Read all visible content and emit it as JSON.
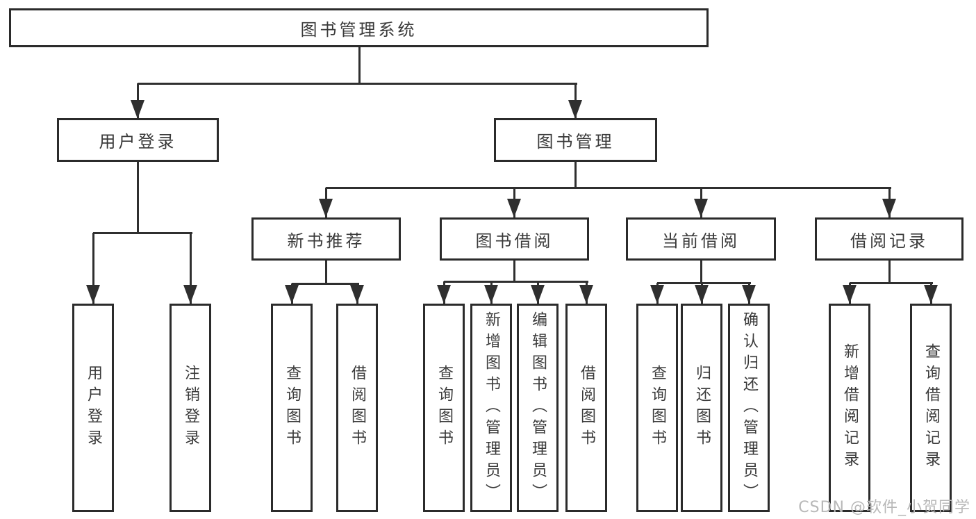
{
  "tree": {
    "label": "图书管理系统",
    "children": [
      {
        "label": "用户登录",
        "children": [
          {
            "label": "用户登录"
          },
          {
            "label": "注销登录"
          }
        ]
      },
      {
        "label": "图书管理",
        "children": [
          {
            "label": "新书推荐",
            "children": [
              {
                "label": "查询图书"
              },
              {
                "label": "借阅图书"
              }
            ]
          },
          {
            "label": "图书借阅",
            "children": [
              {
                "label": "查询图书"
              },
              {
                "label": "新增图书（管理员）"
              },
              {
                "label": "编辑图书（管理员）"
              },
              {
                "label": "借阅图书"
              }
            ]
          },
          {
            "label": "当前借阅",
            "children": [
              {
                "label": "查询图书"
              },
              {
                "label": "归还图书"
              },
              {
                "label": "确认归还（管理员）"
              }
            ]
          },
          {
            "label": "借阅记录",
            "children": [
              {
                "label": "新增借阅记录"
              },
              {
                "label": "查询借阅记录"
              }
            ]
          }
        ]
      }
    ]
  },
  "watermark": "CSDN @软件_小贺同学",
  "colors": {
    "line": "#2f2f2f",
    "box_border": "#2b2b2b",
    "text": "#3a3a3a",
    "watermark": "#b8b8b8",
    "background": "#ffffff"
  }
}
